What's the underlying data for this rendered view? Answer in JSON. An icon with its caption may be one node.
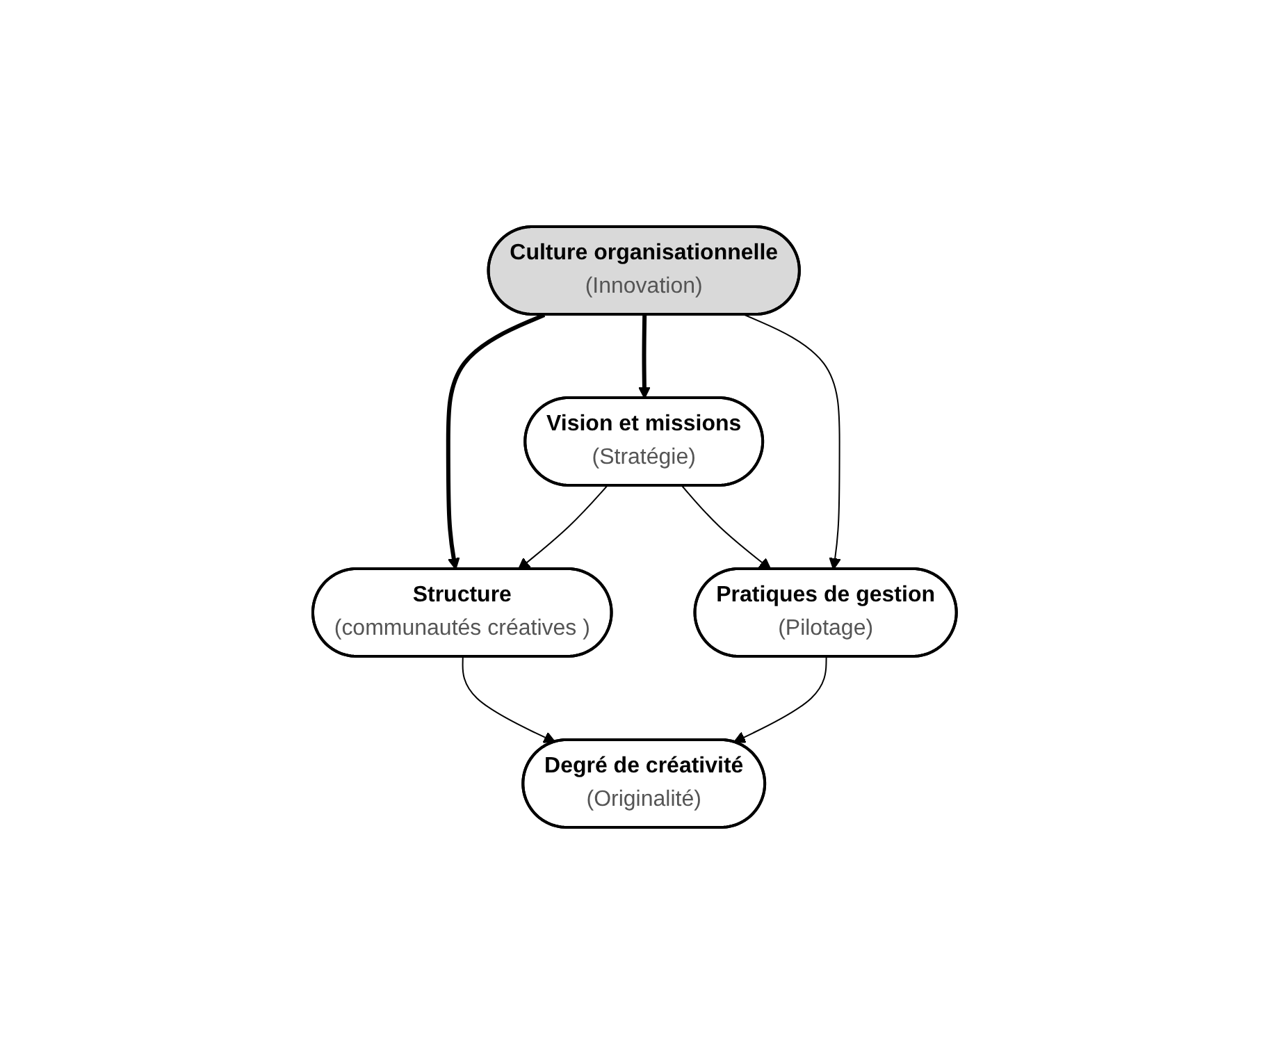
{
  "diagram": {
    "nodes": [
      {
        "text": [
          "Culture organisationnelle",
          "(Innovation)"
        ]
      },
      {
        "text": [
          "Vision et missions",
          "(Stratégie)"
        ]
      },
      {
        "text": [
          "Structure",
          "(communautés créatives )"
        ]
      },
      {
        "text": [
          "Pratiques de gestion",
          "(Pilotage)"
        ]
      },
      {
        "text": [
          "Degré de créativité",
          "(Originalité)"
        ]
      }
    ],
    "edges": [
      {
        "from": 0,
        "to": 2,
        "arrow": "to",
        "style": "thick"
      },
      {
        "from": 0,
        "to": 1,
        "arrow": "to",
        "style": "thick"
      },
      {
        "from": 0,
        "to": 3,
        "arrow": "to"
      },
      {
        "from": 1,
        "to": 2,
        "arrow": "to"
      },
      {
        "from": 1,
        "to": 3,
        "arrow": "to"
      },
      {
        "from": 2,
        "to": 4,
        "arrow": "to"
      },
      {
        "from": 3,
        "to": 4,
        "arrow": "to"
      }
    ]
  }
}
